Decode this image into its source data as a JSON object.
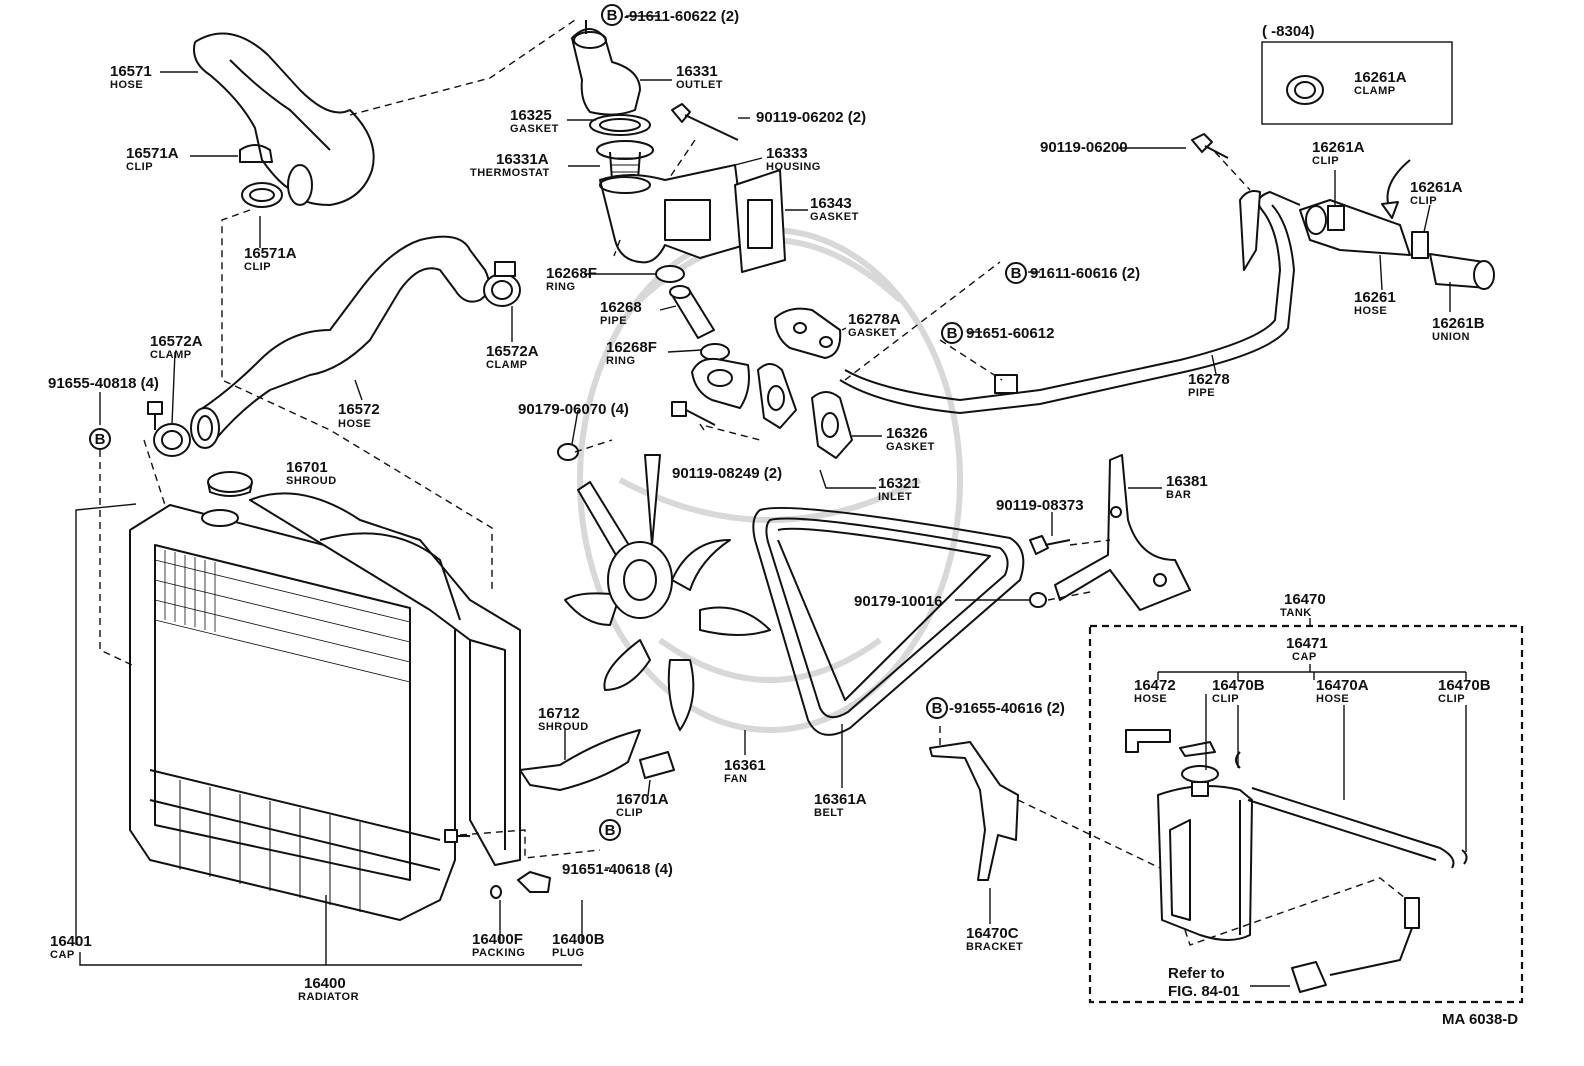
{
  "diagram_code": "MA 6038-D",
  "inset_range": "(      -8304)",
  "refer_line1": "Refer to",
  "refer_line2": "FIG. 84-01",
  "b_mark": "B",
  "labels": {
    "p16571": {
      "num": "16571",
      "name": "HOSE"
    },
    "p16571a_1": {
      "num": "16571A",
      "name": "CLIP"
    },
    "p16571a_2": {
      "num": "16571A",
      "name": "CLIP"
    },
    "p16572a_1": {
      "num": "16572A",
      "name": "CLAMP"
    },
    "p16572a_2": {
      "num": "16572A",
      "name": "CLAMP"
    },
    "p16572": {
      "num": "16572",
      "name": "HOSE"
    },
    "p91655_40818": {
      "num": "91655-40818 (4)"
    },
    "p91611_60622": {
      "num": "-91611-60622 (2)"
    },
    "p16331": {
      "num": "16331",
      "name": "OUTLET"
    },
    "p16325": {
      "num": "16325",
      "name": "GASKET"
    },
    "p90119_06202": {
      "num": "90119-06202 (2)"
    },
    "p16331a": {
      "num": "16331A",
      "name": "THERMOSTAT"
    },
    "p16333": {
      "num": "16333",
      "name": "HOUSING"
    },
    "p16343": {
      "num": "16343",
      "name": "GASKET"
    },
    "p16268f_1": {
      "num": "16268F",
      "name": "RING"
    },
    "p16268": {
      "num": "16268",
      "name": "PIPE"
    },
    "p16268f_2": {
      "num": "16268F",
      "name": "RING"
    },
    "p91611_60616": {
      "num": "91611-60616 (2)"
    },
    "p16278a": {
      "num": "16278A",
      "name": "GASKET"
    },
    "p91651_60612": {
      "num": "91651-60612"
    },
    "p90179_06070": {
      "num": "90179-06070 (4)"
    },
    "p90119_08249": {
      "num": "90119-08249 (2)"
    },
    "p16326": {
      "num": "16326",
      "name": "GASKET"
    },
    "p16321": {
      "num": "16321",
      "name": "INLET"
    },
    "p16261a_inset": {
      "num": "16261A",
      "name": "CLAMP"
    },
    "p90119_06200": {
      "num": "90119-06200"
    },
    "p16261a_1": {
      "num": "16261A",
      "name": "CLIP"
    },
    "p16261a_2": {
      "num": "16261A",
      "name": "CLIP"
    },
    "p16261": {
      "num": "16261",
      "name": "HOSE"
    },
    "p16261b": {
      "num": "16261B",
      "name": "UNION"
    },
    "p16278": {
      "num": "16278",
      "name": "PIPE"
    },
    "p16701": {
      "num": "16701",
      "name": "SHROUD"
    },
    "p16381": {
      "num": "16381",
      "name": "BAR"
    },
    "p90119_08373": {
      "num": "90119-08373"
    },
    "p90179_10016": {
      "num": "90179-10016"
    },
    "p16470": {
      "num": "16470",
      "name": "TANK"
    },
    "p16471": {
      "num": "16471",
      "name": "CAP"
    },
    "p16472": {
      "num": "16472",
      "name": "HOSE"
    },
    "p16470b_1": {
      "num": "16470B",
      "name": "CLIP"
    },
    "p16470a": {
      "num": "16470A",
      "name": "HOSE"
    },
    "p16470b_2": {
      "num": "16470B",
      "name": "CLIP"
    },
    "p91655_40616": {
      "num": "-91655-40616 (2)"
    },
    "p16712": {
      "num": "16712",
      "name": "SHROUD"
    },
    "p16361": {
      "num": "16361",
      "name": "FAN"
    },
    "p16361a": {
      "num": "16361A",
      "name": "BELT"
    },
    "p16701a": {
      "num": "16701A",
      "name": "CLIP"
    },
    "p91651_40618": {
      "num": "91651-40618 (4)"
    },
    "p16470c": {
      "num": "16470C",
      "name": "BRACKET"
    },
    "p16401": {
      "num": "16401",
      "name": "CAP"
    },
    "p16400f": {
      "num": "16400F",
      "name": "PACKING"
    },
    "p16400b": {
      "num": "16400B",
      "name": "PLUG"
    },
    "p16400": {
      "num": "16400",
      "name": "RADIATOR"
    }
  }
}
